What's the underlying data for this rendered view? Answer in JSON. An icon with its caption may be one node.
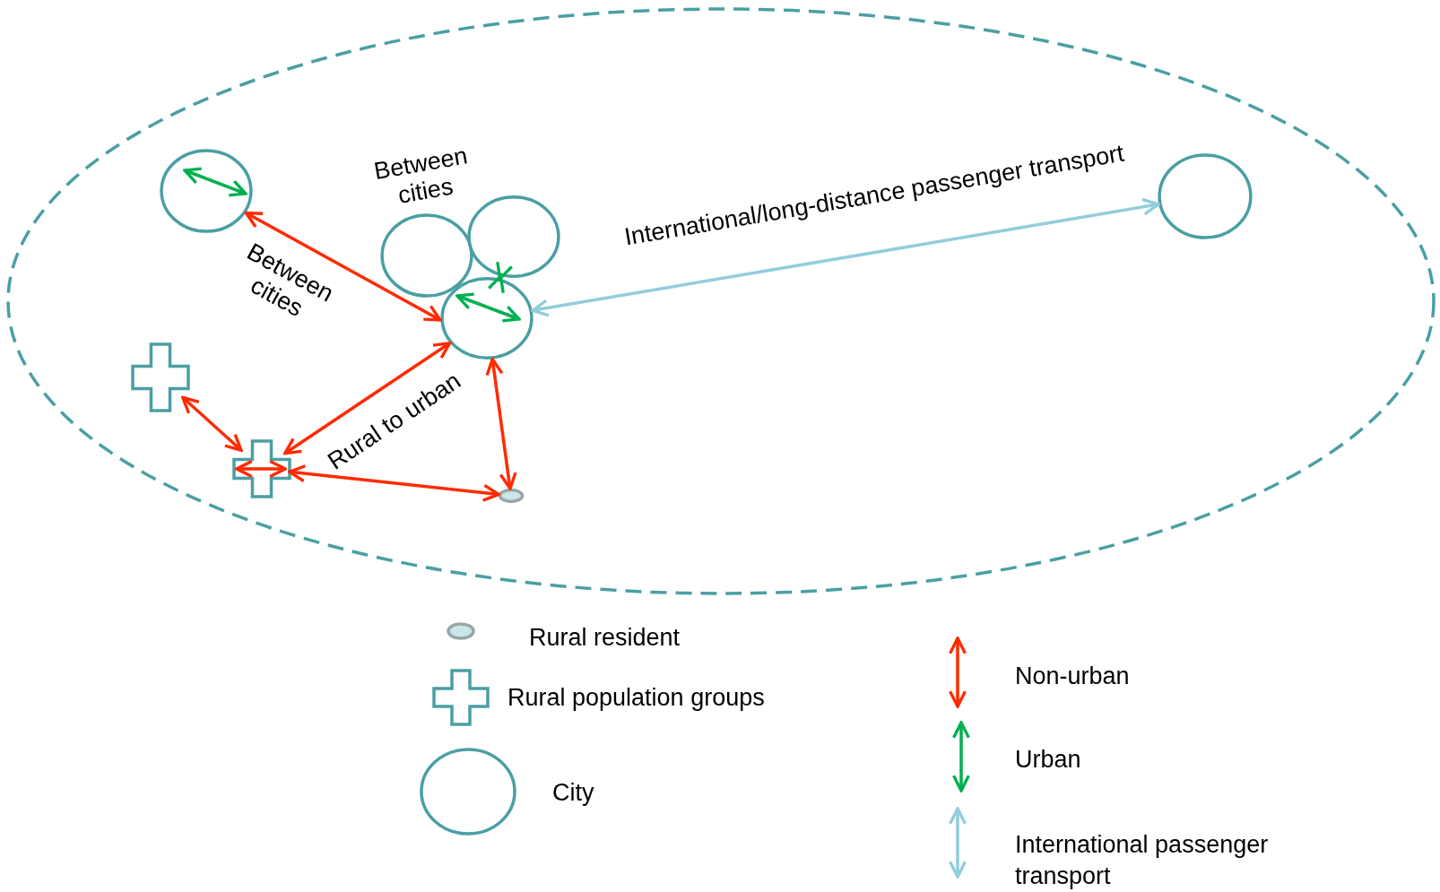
{
  "diagram": {
    "nodes": [
      {
        "text": [],
        "shape": "circle"
      },
      {
        "text": [],
        "shape": "circle"
      },
      {
        "text": [],
        "shape": "circle"
      },
      {
        "text": [],
        "shape": "circle"
      },
      {
        "text": [],
        "shape": "circle"
      },
      {
        "text": [],
        "shape": "cross"
      },
      {
        "text": [],
        "shape": "cross"
      },
      {
        "text": [],
        "shape": "ellipse"
      }
    ],
    "edges": [
      {
        "from": 0,
        "to": 3,
        "arrow": "both",
        "label": "Between cities"
      },
      {
        "from": 2,
        "to": 3,
        "arrow": "both",
        "color": "#00b050"
      },
      {
        "from": 3,
        "to": 4,
        "arrow": "both",
        "color": "#92cddc",
        "label": "International/long-distance passenger transport"
      },
      {
        "from": 3,
        "to": 6,
        "arrow": "both",
        "label": "Rural to urban"
      },
      {
        "from": 3,
        "to": 7,
        "arrow": "both"
      },
      {
        "from": 5,
        "to": 6,
        "arrow": "both"
      },
      {
        "from": 6,
        "to": 7,
        "arrow": "both"
      }
    ],
    "labels": [
      "Between cities"
    ],
    "legend": [
      {
        "text": "Rural resident"
      },
      {
        "text": "Rural population groups"
      },
      {
        "text": "City"
      },
      {
        "text": "Non-urban"
      },
      {
        "text": "Urban"
      },
      {
        "text": "International passenger transport"
      }
    ]
  }
}
